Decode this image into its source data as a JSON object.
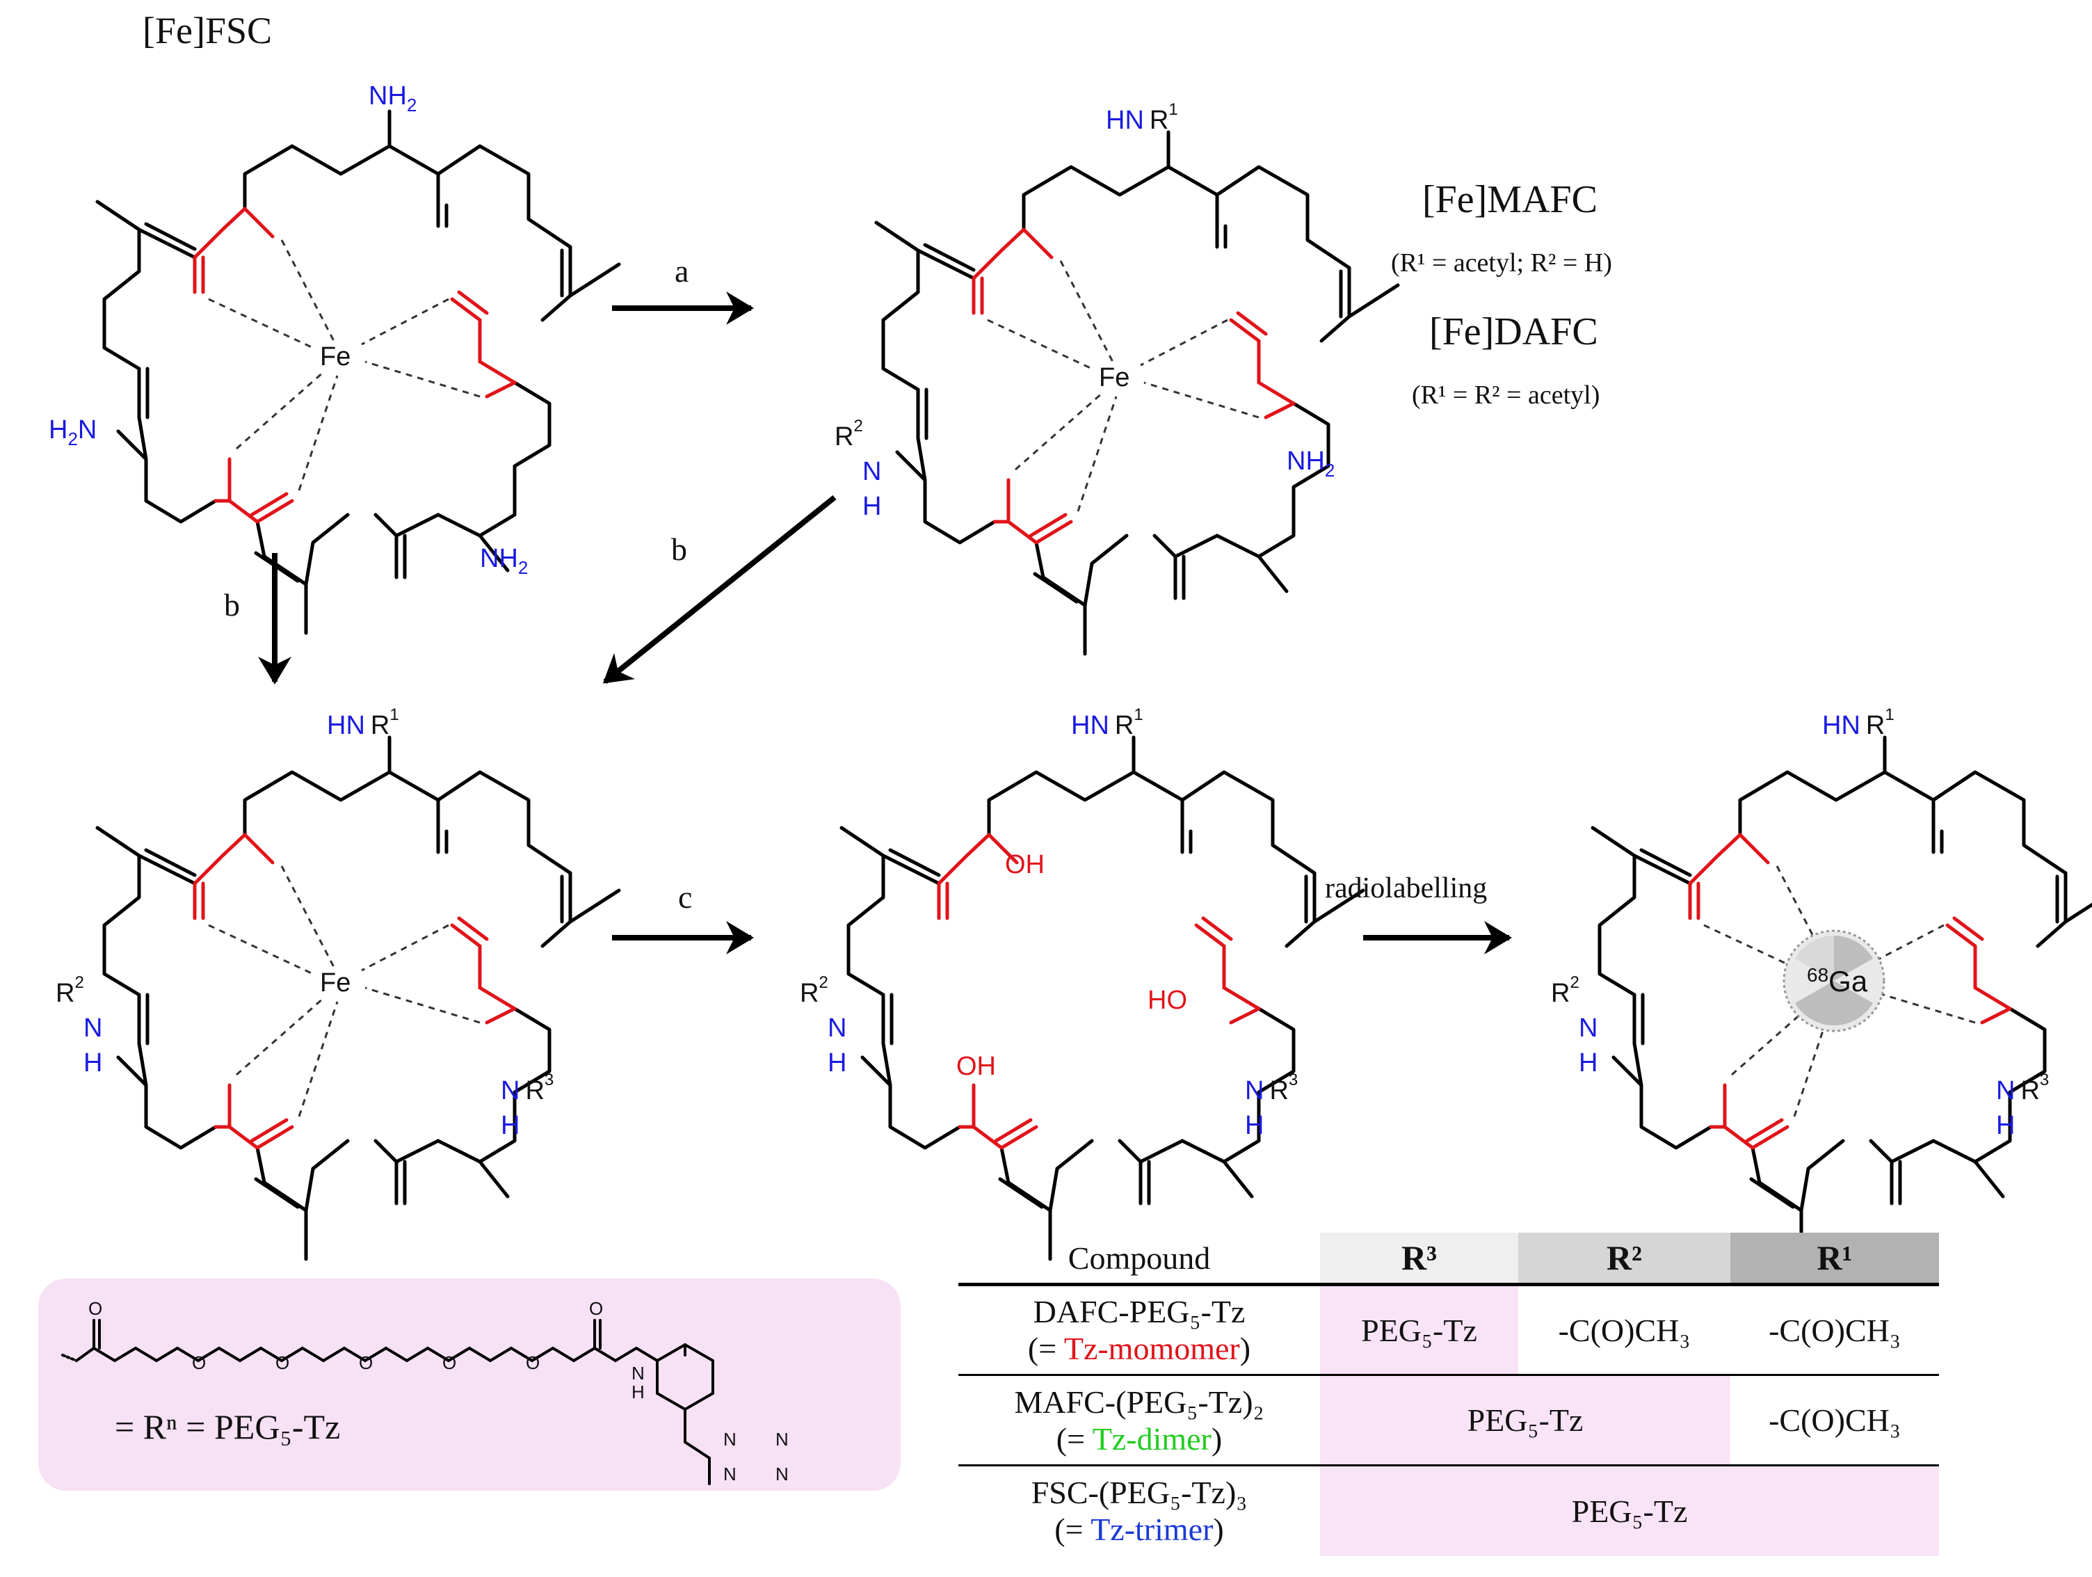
{
  "structures": {
    "fsc": {
      "name": "[Fe]FSC",
      "metal": "Fe"
    },
    "mafc_dafc": {
      "metal": "Fe",
      "names": [
        "[Fe]MAFC",
        "[Fe]DAFC"
      ],
      "notes": [
        "(R¹ = acetyl; R² = H)",
        "(R¹ = R² = acetyl)"
      ]
    },
    "conjugate_fe": {
      "metal": "Fe"
    },
    "free_ligand": {},
    "ga_complex": {
      "metal": "Ga",
      "isotope": "68"
    }
  },
  "atoms": {
    "nh2": "NH",
    "sub2": "2",
    "h2n": "H",
    "hn": "HN",
    "nh": "N",
    "h": "H",
    "r": "R",
    "o": "O",
    "n": "N",
    "oh": "OH",
    "ho": "HO",
    "fe": "Fe",
    "sup1": "1",
    "sup2": "2",
    "sup3": "3"
  },
  "steps": {
    "a": "a",
    "b": "b",
    "c": "c",
    "radiolabelling": "radiolabelling"
  },
  "peg_box": {
    "formula": "= Rⁿ = PEG₅-Tz",
    "atom_labels": {
      "o": "O",
      "n": "N",
      "nh": "N",
      "h": "H"
    }
  },
  "table": {
    "headers": {
      "compound": "Compound",
      "r3": "R³",
      "r2": "R²",
      "r1": "R¹"
    },
    "header_colors": {
      "r3": "#efefef",
      "r2": "#d6d6d6",
      "r1": "#b2b2b2"
    },
    "rows": [
      {
        "name": "DAFC-PEG₅-Tz",
        "alias_prefix": "(= ",
        "alias": "Tz-momomer",
        "alias_suffix": ")",
        "alias_color": "#e0141a",
        "r3": "PEG₅-Tz",
        "r2": "-C(O)CH₃",
        "r1": "-C(O)CH₃"
      },
      {
        "name": "MAFC-(PEG₅-Tz)₂",
        "alias_prefix": "(= ",
        "alias": "Tz-dimer",
        "alias_suffix": ")",
        "alias_color": "#22cc22",
        "r3_r2": "PEG₅-Tz",
        "r1": "-C(O)CH₃"
      },
      {
        "name": "FSC-(PEG₅-Tz)₃",
        "alias_prefix": "(= ",
        "alias": "Tz-trimer",
        "alias_suffix": ")",
        "alias_color": "#1a3ad6",
        "r3_r2_r1": "PEG₅-Tz"
      }
    ]
  }
}
